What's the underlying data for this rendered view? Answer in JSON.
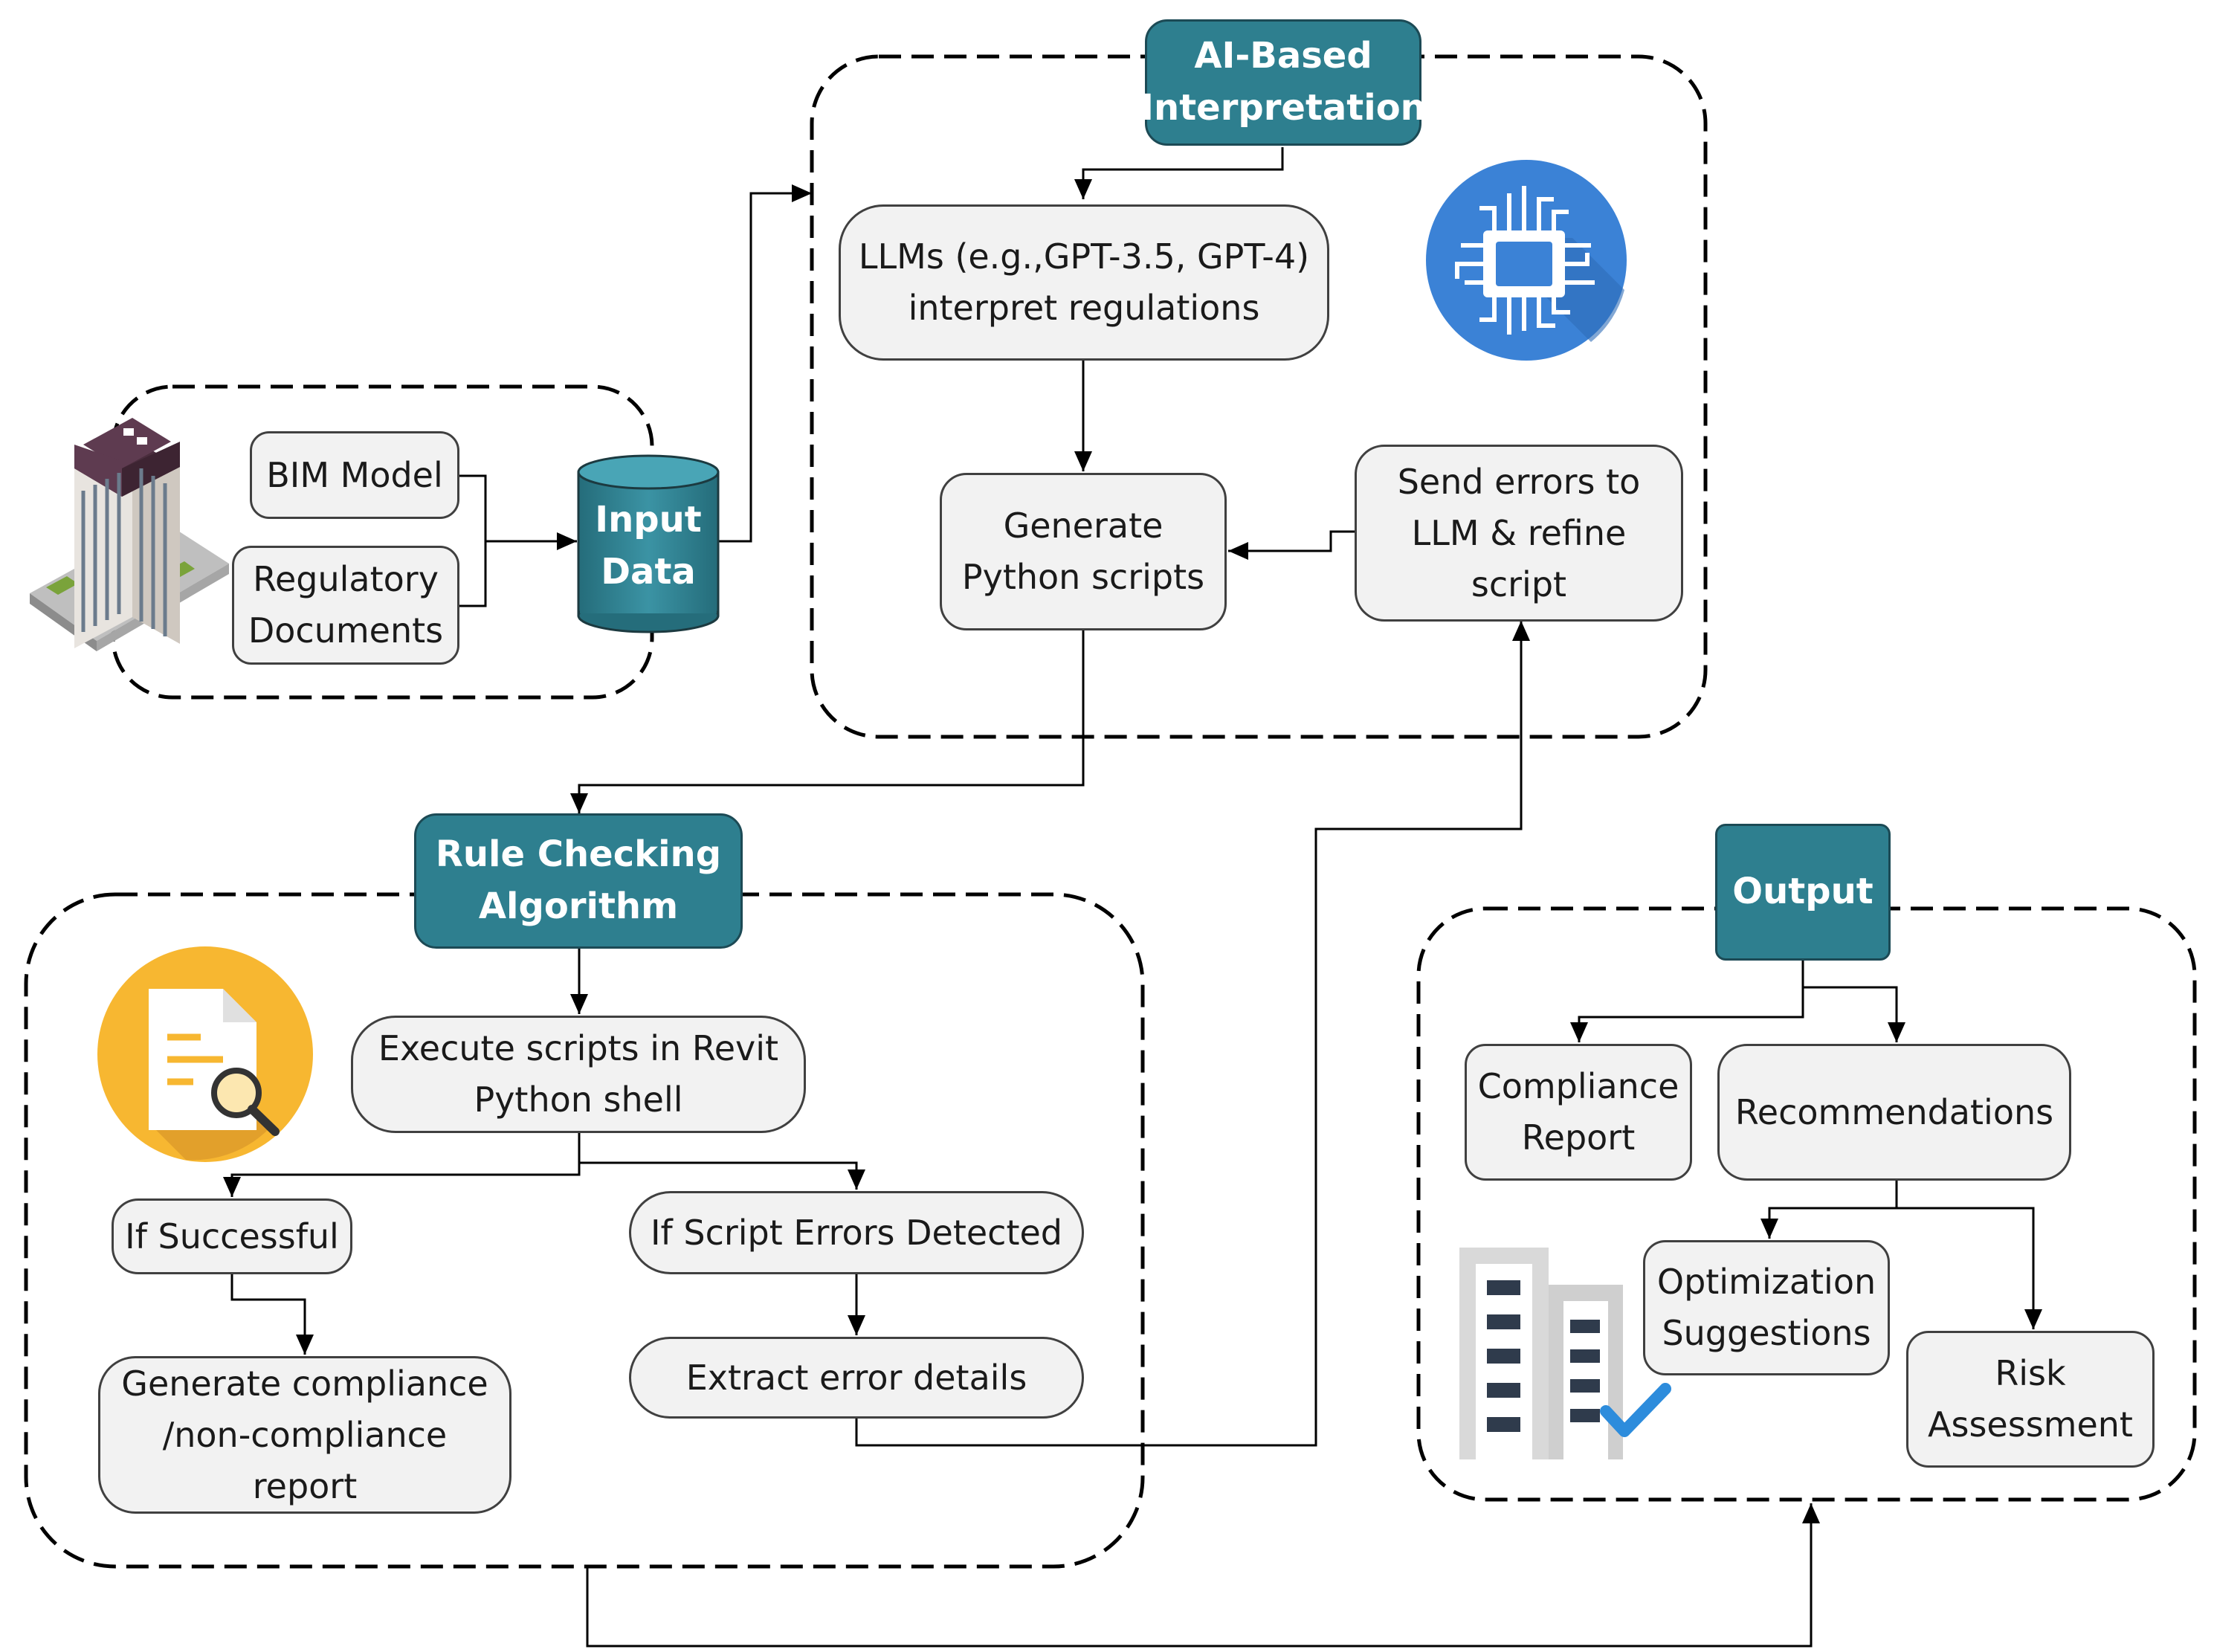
{
  "colors": {
    "header_fill": "#2e7f8f",
    "box_fill": "#f2f2f2",
    "line": "#000000"
  },
  "icons": {
    "building": "building-icon",
    "chip": "ai-chip-icon",
    "document": "document-search-icon",
    "compliance": "building-check-icon"
  },
  "input": {
    "bim_model": "BIM Model",
    "regulatory_documents": "Regulatory\nDocuments",
    "input_data": "Input\nData"
  },
  "ai": {
    "header": "AI-Based\nInterpretation",
    "llms": "LLMs (e.g.,GPT-3.5, GPT-4)\ninterpret regulations",
    "generate_scripts": "Generate\nPython scripts",
    "send_errors": "Send errors to\nLLM & refine\nscript"
  },
  "rule": {
    "header": "Rule Checking\nAlgorithm",
    "execute": "Execute scripts in Revit\nPython shell",
    "if_successful": "If Successful",
    "if_errors": "If Script Errors Detected",
    "generate_report": "Generate compliance\n/non-compliance\nreport",
    "extract_errors": "Extract error details"
  },
  "output": {
    "header": "Output",
    "compliance_report": "Compliance\nReport",
    "recommendations": "Recommendations",
    "optimization": "Optimization\nSuggestions",
    "risk": "Risk\nAssessment"
  }
}
